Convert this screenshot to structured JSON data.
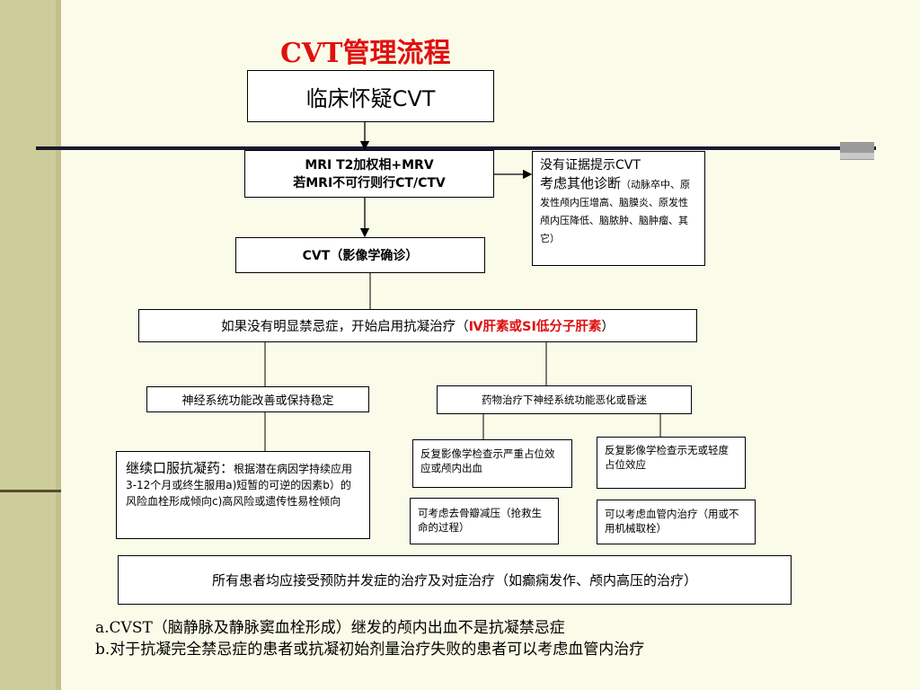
{
  "title": "CVT管理流程",
  "clinical": "临床怀疑CVT",
  "mri_line1": "MRI T2加权相+MRV",
  "mri_line2": "若MRI不可行则行CT/CTV",
  "no_evidence_line1": "没有证据提示CVT",
  "no_evidence_line2": "考虑其他诊断",
  "no_evidence_detail": "（动脉卒中、原发性颅内压增高、脑膜炎、原发性颅内压降低、脑脓肿、脑肿瘤、其它）",
  "cvt_confirm": "CVT（影像学确诊）",
  "anticoag_prefix": "如果没有明显禁忌症，开始启用抗凝治疗（",
  "anticoag_red": "Ⅳ肝素或SI低分子肝素",
  "anticoag_suffix": "）",
  "improve": "神经系统功能改善或保持稳定",
  "worsen": "药物治疗下神经系统功能恶化或昏迷",
  "oral_head": "继续口服抗凝药：",
  "oral_detail": "根据潜在病因学持续应用3-12个月或终生服用a)短暂的可逆的因素b）的风险血栓形成倾向c)高风险或遗传性易栓倾向",
  "severe": "反复影像学检查示严重占位效应或颅内出血",
  "mild": "反复影像学检查示无或轻度占位效应",
  "decompress": "可考虑去骨瓣减压（抢救生命的过程）",
  "endovascular": "可以考虑血管内治疗（用或不用机械取栓）",
  "all_patients": "所有患者均应接受预防并发症的治疗及对症治疗（如癫痫发作、颅内高压的治疗）",
  "footnote_a": "a.CVST（脑静脉及静脉窦血栓形成）继发的颅内出血不是抗凝禁忌症",
  "footnote_b": "b.对于抗凝完全禁忌症的患者或抗凝初始剂量治疗失败的患者可以考虑血管内治疗"
}
